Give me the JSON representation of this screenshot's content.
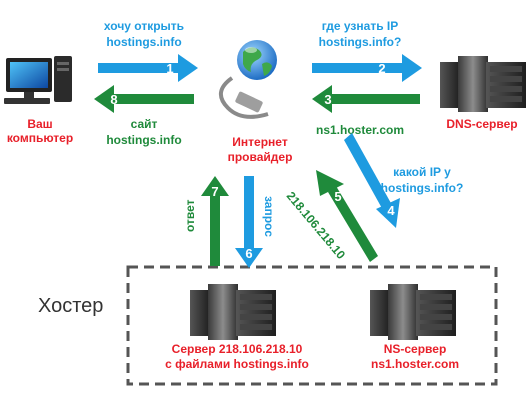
{
  "colors": {
    "blue": "#1e9be0",
    "green": "#1f8a3b",
    "red": "#e8202a",
    "dashed_box": "#555555"
  },
  "nodes": {
    "computer": {
      "icon": "desktop-computer-icon",
      "line1": "Ваш",
      "line2": "компьютер"
    },
    "isp": {
      "icon": "globe-network-icon",
      "line1": "Интернет",
      "line2": "провайдер"
    },
    "dns": {
      "icon": "server-icon",
      "label": "DNS-сервер"
    },
    "web_server": {
      "icon": "server-icon",
      "line1": "Сервер 218.106.218.10",
      "line2": "с файлами hostings.info"
    },
    "ns_server": {
      "icon": "server-icon",
      "line1": "NS-сервер",
      "line2": "ns1.hoster.com"
    }
  },
  "hoster_label": "Хостер",
  "arrows": {
    "a1": {
      "num": "1",
      "line1": "хочу открыть",
      "line2": "hostings.info"
    },
    "a2": {
      "num": "2",
      "line1": "где узнать IP",
      "line2": "hostings.info?"
    },
    "a3": {
      "num": "3",
      "text": "ns1.hoster.com"
    },
    "a4": {
      "num": "4",
      "line1": "какой IP у",
      "line2": "hostings.info?"
    },
    "a5": {
      "num": "5",
      "text": "218.106.218.10"
    },
    "a6": {
      "num": "6",
      "text": "запрос"
    },
    "a7": {
      "num": "7",
      "text": "ответ"
    },
    "a8": {
      "num": "8",
      "line1": "сайт",
      "line2": "hostings.info"
    }
  }
}
